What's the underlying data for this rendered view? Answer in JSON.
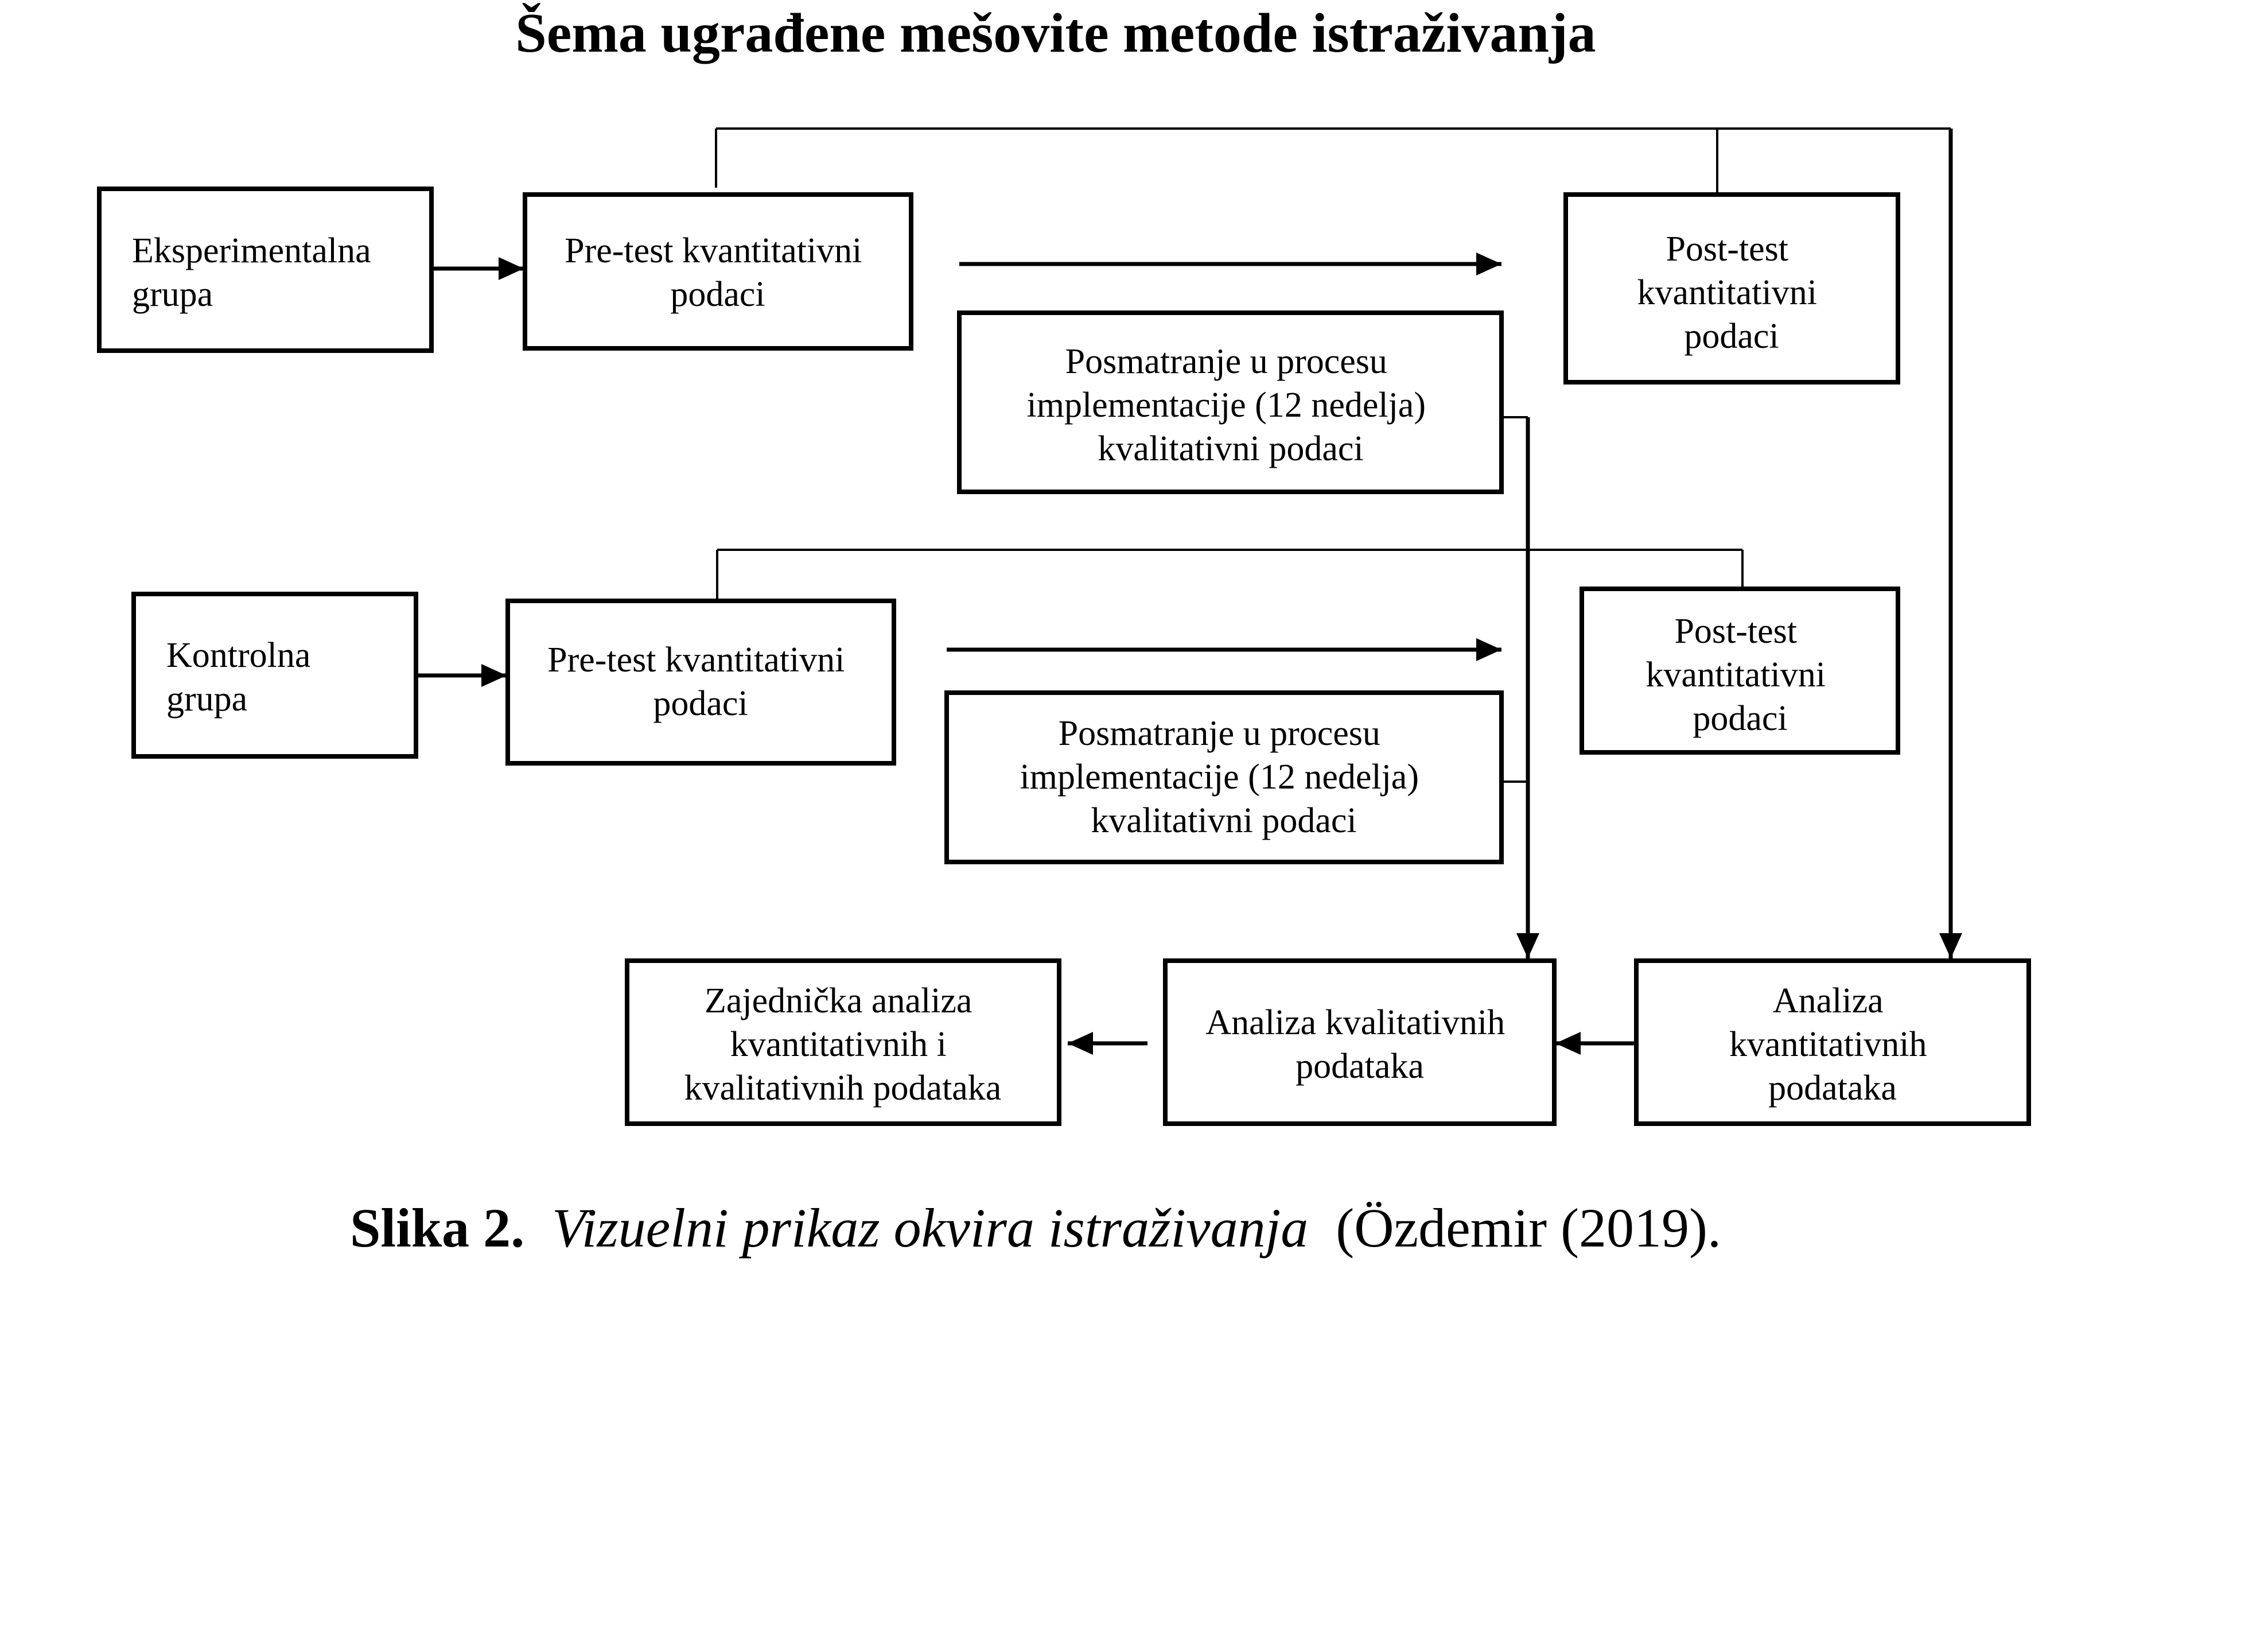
{
  "title": "Šema ugrađene mešovite metode istraživanja",
  "boxes": {
    "exp_group": [
      "Eksperimentalna",
      "grupa"
    ],
    "exp_pretest": [
      "Pre-test kvantitativni",
      "podaci"
    ],
    "exp_posttest": [
      "Post-test",
      "kvantitativni",
      "podaci"
    ],
    "exp_observation": [
      "Posmatranje u procesu",
      "implementacije (12 nedelja)",
      "kvalitativni podaci"
    ],
    "ctrl_group": [
      "Kontrolna",
      "grupa"
    ],
    "ctrl_pretest": [
      "Pre-test kvantitativni",
      "podaci"
    ],
    "ctrl_posttest": [
      "Post-test",
      "kvantitativni",
      "podaci"
    ],
    "ctrl_observation": [
      "Posmatranje u procesu",
      "implementacije (12 nedelja)",
      "kvalitativni podaci"
    ],
    "joint_analysis": [
      "Zajednička analiza",
      "kvantitativnih i",
      "kvalitativnih podataka"
    ],
    "qual_analysis": [
      "Analiza kvalitativnih",
      "podataka"
    ],
    "quant_analysis": [
      "Analiza",
      "kvantitativnih",
      "podataka"
    ]
  },
  "caption": {
    "label": "Slika 2.",
    "title": "Vizuelni prikaz okvira istraživanja",
    "source": "(Özdemir (2019)."
  }
}
